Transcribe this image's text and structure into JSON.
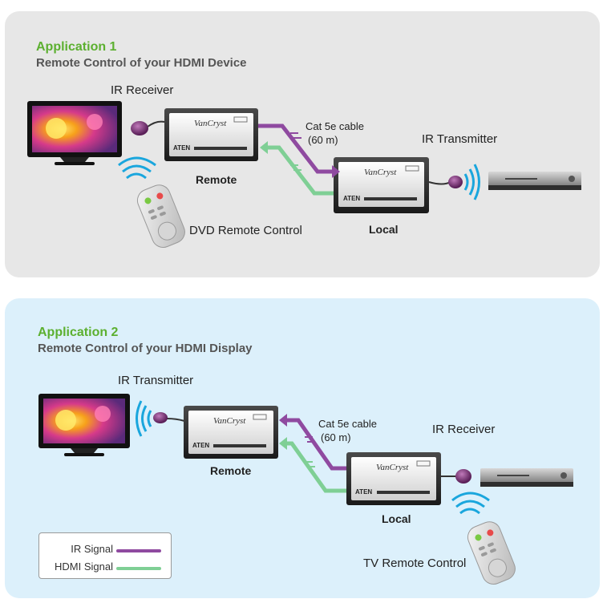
{
  "colors": {
    "ir_signal": "#8f4aa0",
    "hdmi_signal": "#7fcf95",
    "accent_green": "#5cb030",
    "panel1_bg": "#e7e7e7",
    "panel2_bg": "#dcf0fb"
  },
  "app1": {
    "title": "Application 1",
    "subtitle": "Remote Control of your HDMI Device",
    "ir_receiver": "IR Receiver",
    "remote_label": "Remote",
    "cable_label": "Cat 5e cable",
    "cable_length": "(60 m)",
    "ir_transmitter": "IR Transmitter",
    "local_label": "Local",
    "remote_control": "DVD Remote Control"
  },
  "app2": {
    "title": "Application 2",
    "subtitle": "Remote Control of your HDMI Display",
    "ir_transmitter": "IR Transmitter",
    "remote_label": "Remote",
    "cable_label": "Cat 5e cable",
    "cable_length": "(60 m)",
    "ir_receiver": "IR Receiver",
    "local_label": "Local",
    "remote_control": "TV Remote Control"
  },
  "device": {
    "brand": "VanCryst",
    "maker": "ATEN"
  },
  "legend": {
    "ir": "IR Signal",
    "hdmi": "HDMI  Signal"
  }
}
